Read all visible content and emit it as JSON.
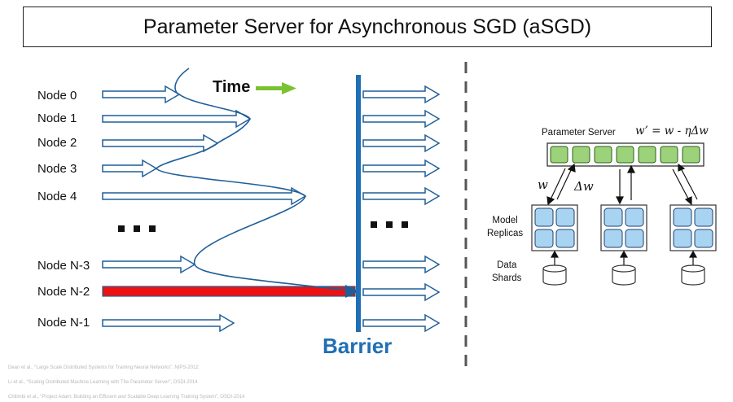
{
  "title": "Parameter Server for Asynchronous SGD (aSGD)",
  "nodes": [
    {
      "label": "Node 0"
    },
    {
      "label": "Node 1"
    },
    {
      "label": "Node 2"
    },
    {
      "label": "Node 3"
    },
    {
      "label": "Node 4"
    },
    {
      "label": "Node N-3"
    },
    {
      "label": "Node N-2"
    },
    {
      "label": "Node N-1"
    }
  ],
  "time_label": "Time",
  "barrier_label": "Barrier",
  "parameter_server": {
    "label": "Parameter Server",
    "formula": "w’ = w - ηΔw",
    "w_label": "w",
    "delta_w_label": "Δw",
    "model_replicas_label": [
      "Model",
      "Replicas"
    ],
    "data_shards_label": [
      "Data",
      "Shards"
    ]
  },
  "references": [
    "Dean et al., “Large Scale Distributed Systems for Training Neural Networks”, NIPS-2012",
    "Li et al., “Scaling Distributed Machine Learning with The Parameter Server”, OSDI-2014",
    "Chilimbi et al., “Project Adam: Building an Efficient and Scalable Deep Learning Training System”, OSDI-2014"
  ],
  "colors": {
    "arrow": "#1f5f99",
    "highlight": "#ee1111",
    "barrier": "#1f6fb5",
    "time_arrow": "#7ac231",
    "ps_cell": "#9bd27a",
    "replica_cell": "#a8d4f2"
  }
}
